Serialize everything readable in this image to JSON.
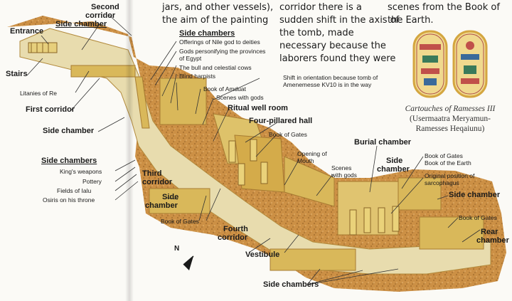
{
  "page_text": {
    "col1": [
      "jars, and other vessels),",
      "the aim of the painting"
    ],
    "col2": [
      "corridor there is a",
      "sudden shift in the axis of",
      "the tomb, made",
      "necessary because the",
      "laborers found they were"
    ],
    "col3": [
      "scenes from the Book of",
      "the Earth."
    ]
  },
  "caption": {
    "title": "Cartouches of Ramesses III",
    "line1": "(Usermaatra Meryamun-",
    "line2": "Ramesses Heqaiunu)"
  },
  "labels": {
    "second_corridor": [
      "Second",
      "corridor"
    ],
    "side_chamber_top": "Side chamber",
    "entrance": "Entrance",
    "stairs": "Stairs",
    "litanies": "Litanies of Re",
    "first_corridor": "First corridor",
    "side_chamber_left": "Side chamber",
    "side_chambers_left": "Side chambers",
    "kings_weapons": "King's weapons",
    "pottery": "Pottery",
    "fields": "Fields of Ialu",
    "osiris": "Osiris on his throne",
    "side_chambers_top": "Side chambers",
    "offerings": "Offerings of Nile god to deities",
    "gods_provinces": [
      "Gods personifying the provinces",
      "of Egypt"
    ],
    "bull": "The bull and celestial cows",
    "harpists": "Blind harpists",
    "shift": [
      "Shift in orientation because tomb of",
      "Amenemesse KV10 is in the way"
    ],
    "book_amduat": "Book of Amduat",
    "scenes_gods_1": "Scenes with gods",
    "ritual_well": "Ritual well room",
    "four_pillared": "Four-pillared hall",
    "book_gates_1": "Book of Gates",
    "opening_mouth": [
      "Opening of",
      "Mouth"
    ],
    "scenes_gods_2": [
      "Scenes",
      "with gods"
    ],
    "third_corridor": [
      "Third",
      "corridor"
    ],
    "side_chamber_mid": [
      "Side",
      "chamber"
    ],
    "book_gates_2": "Book of Gates",
    "fourth_corridor": [
      "Fourth",
      "corridor"
    ],
    "vestibule": "Vestibule",
    "side_chambers_bottom": "Side chambers",
    "burial_chamber": "Burial chamber",
    "side_chamber_right": [
      "Side",
      "chamber"
    ],
    "book_gates_earth": [
      "Book of Gates",
      "Book of the Earth"
    ],
    "orig_position": [
      "Original position of",
      "sarcophagus"
    ],
    "side_chamber_far": "Side chamber",
    "book_gates_3": "Book of Gates",
    "rear_chamber": [
      "Rear",
      "chamber"
    ],
    "north": "N"
  },
  "colors": {
    "rock": "#c98a3c",
    "floor": "#e8dcae",
    "wall": "#d9b85a",
    "wall_dark": "#a77c32",
    "pillar": "#ead27a",
    "leader": "#333333",
    "cartouche_border": "#d4a640",
    "cartouche_fill": "#f0d98e"
  }
}
